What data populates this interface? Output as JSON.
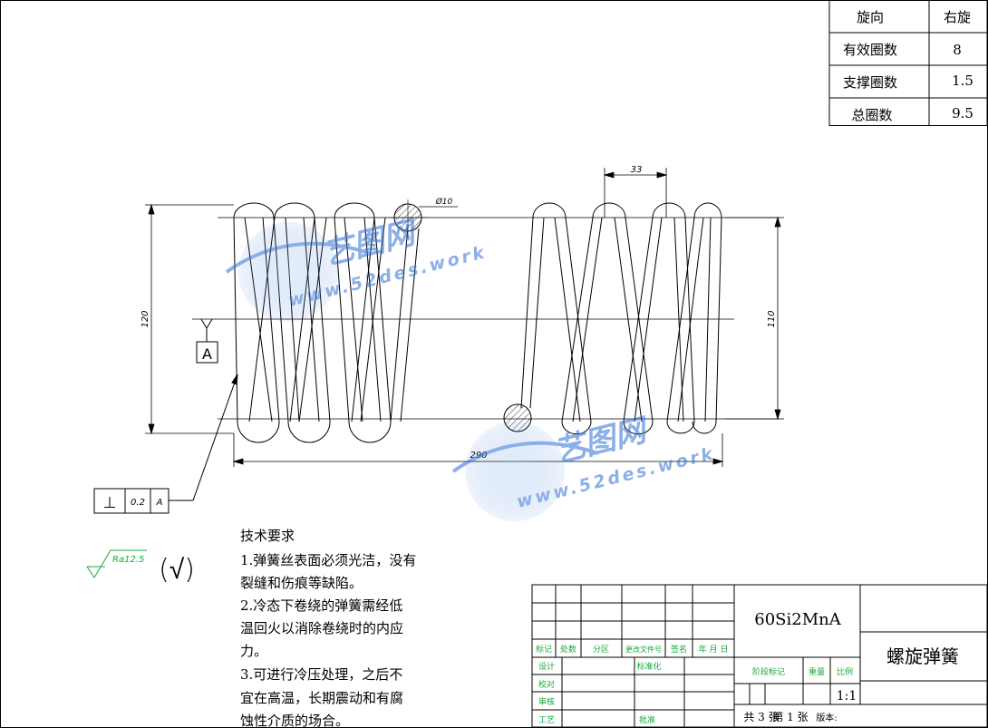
{
  "spec_table": {
    "rows": [
      {
        "label": "旋向",
        "value": "右旋"
      },
      {
        "label": "有效圈数",
        "value": "8"
      },
      {
        "label": "支撑圈数",
        "value": "1.5"
      },
      {
        "label": "总圈数",
        "value": "9.5"
      }
    ]
  },
  "dimensions": {
    "pitch": "33",
    "wire_dia": "Ø10",
    "outer_height": "120",
    "inner_height": "110",
    "length": "290"
  },
  "datum": {
    "label": "A"
  },
  "tolerance": {
    "symbol": "⊥",
    "value": "0.2",
    "datum": "A"
  },
  "roughness": {
    "value": "Ra12.5",
    "suffix": "(√)"
  },
  "tech_req": {
    "title": "技术要求",
    "lines": [
      "1.弹簧丝表面必须光洁，没有",
      "裂缝和伤痕等缺陷。",
      "2.冷态下卷绕的弹簧需经低",
      "温回火以消除卷绕时的内应",
      "力。",
      "3.可进行冷压处理，之后不",
      "宜在高温，长期震动和有腐",
      "蚀性介质的场合。"
    ]
  },
  "title_block": {
    "material": "60Si2MnA",
    "part_name": "螺旋弹簧",
    "headers": [
      "标记",
      "处数",
      "分区",
      "更改文件号",
      "签名",
      "年 月 日"
    ],
    "role_design": "设计",
    "role_std": "标准化",
    "role_check": "校对",
    "role_review": "审核",
    "role_process": "工艺",
    "role_approve": "批准",
    "stage_label": "阶段标记",
    "weight_label": "重量",
    "scale_label": "比例",
    "scale_value": "1:1",
    "total_sheets": "共 3 张",
    "sheet_no": "第 1 张",
    "version": "版本:"
  },
  "watermark": {
    "cn": "艺图网",
    "url": "www.52des.work"
  },
  "colors": {
    "line": "#000000",
    "green_text": "#18a83e",
    "watermark": "#2f6fd6"
  }
}
